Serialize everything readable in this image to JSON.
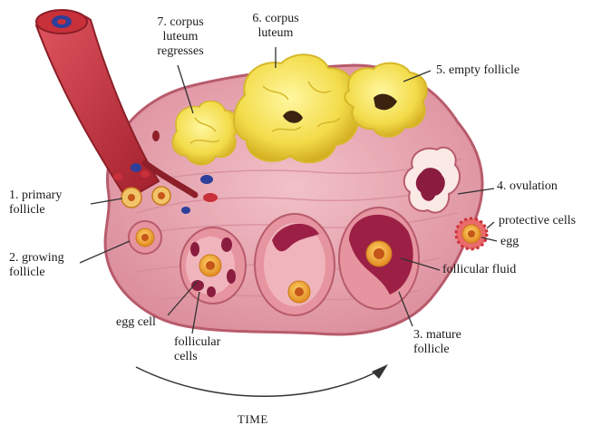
{
  "labels": {
    "primary_follicle": "1. primary\nfollicle",
    "growing_follicle": "2. growing\nfollicle",
    "mature_follicle": "3. mature\nfollicle",
    "ovulation": "4. ovulation",
    "empty_follicle": "5. empty follicle",
    "corpus_luteum": "6. corpus\nluteum",
    "corpus_luteum_regresses": "7. corpus\nluteum\nregresses",
    "protective_cells": "protective cells",
    "egg": "egg",
    "follicular_fluid": "follicular fluid",
    "egg_cell": "egg cell",
    "follicular_cells": "follicular\ncells"
  },
  "time_label": "TIME",
  "colors": {
    "ovary": "#e7a7b2",
    "ovary_edge": "#b85b6c",
    "stroma_line": "#d58c9a",
    "vessel_red": "#c8303a",
    "vessel_dark": "#8c1f28",
    "vein_blue": "#2d3f9a",
    "corpus_yellow": "#f5e35a",
    "corpus_shadow": "#d6b829",
    "follicle_fluid": "#9c2046",
    "egg_orange": "#f0a030",
    "egg_core": "#c4561a",
    "line": "#333333"
  }
}
